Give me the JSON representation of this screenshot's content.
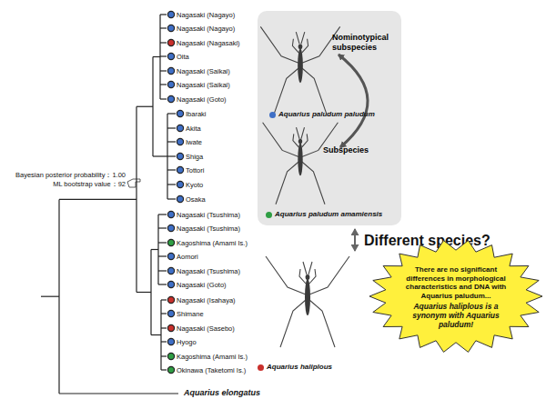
{
  "diagram": {
    "nodes": [
      {
        "text": [
          "Nominotypical subspecies",
          "Subspecies"
        ]
      },
      {
        "text": [
          "There are no significant differences in morphological characteristics and DNA with Aquarius paludum...",
          "Aquarius haliplous is a synonym with Aquarius paludum!"
        ]
      }
    ],
    "labels": [
      "Nagasaki (Nagayo)",
      "Nagasaki (Nagayo)",
      "Nagasaki (Nagasaki)",
      "Oita",
      "Nagasaki (Saikai)",
      "Nagasaki (Saikai)",
      "Nagasaki (Goto)",
      "Ibaraki",
      "Akita",
      "Iwate",
      "Shiga",
      "Tottori",
      "Kyoto",
      "Osaka",
      "Nagasaki (Tsushima)",
      "Nagasaki (Tsushima)",
      "Kagoshima (Amami Is.)",
      "Aomori",
      "Nagasaki (Tsushima)",
      "Nagasaki (Goto)",
      "Nagasaki (Isahaya)",
      "Shimane",
      "Nagasaki (Sasebo)",
      "Hyogo",
      "Kagoshima (Amami Is.)",
      "Okinawa (Taketomi Is.)",
      "Bayesian posterior probability：1.00",
      "ML bootstrap value：92",
      "Different species?",
      "Aquarius elongatus"
    ],
    "legend": [
      {
        "text": "Aquarius paludum paludum",
        "color": "#3f6fc6"
      },
      {
        "text": "Aquarius paludum amamiensis",
        "color": "#2f9e44"
      },
      {
        "text": "Aquarius haliplous",
        "color": "#c9302c"
      }
    ]
  }
}
